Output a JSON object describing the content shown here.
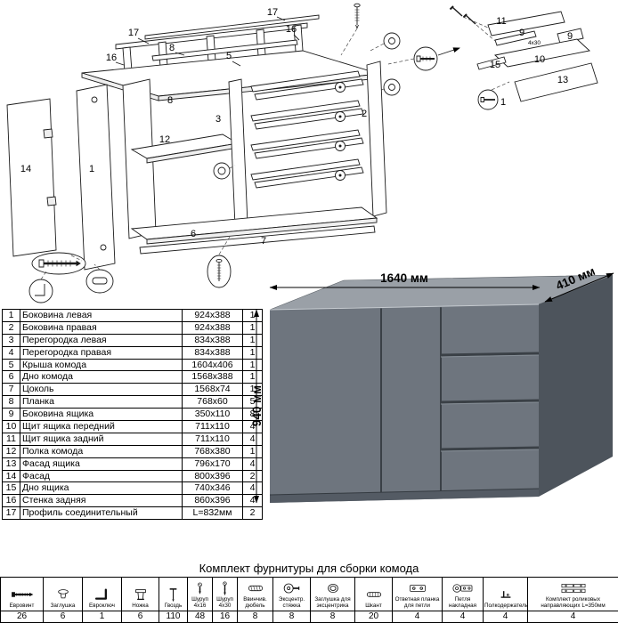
{
  "hardware_title": "Комплект фурнитуры для сборки комода",
  "dimensions": {
    "width": "1640 мм",
    "depth": "410 мм",
    "height": "940 мм"
  },
  "parts_table": [
    {
      "num": "1",
      "name": "Боковина левая",
      "size": "924x388",
      "qty": "1"
    },
    {
      "num": "2",
      "name": "Боковина правая",
      "size": "924x388",
      "qty": "1"
    },
    {
      "num": "3",
      "name": "Перегородка левая",
      "size": "834x388",
      "qty": "1"
    },
    {
      "num": "4",
      "name": "Перегородка правая",
      "size": "834x388",
      "qty": "1"
    },
    {
      "num": "5",
      "name": "Крыша комода",
      "size": "1604x406",
      "qty": "1"
    },
    {
      "num": "6",
      "name": "Дно комода",
      "size": "1568x388",
      "qty": "1"
    },
    {
      "num": "7",
      "name": "Цоколь",
      "size": "1568x74",
      "qty": "1"
    },
    {
      "num": "8",
      "name": "Планка",
      "size": "768x60",
      "qty": "5"
    },
    {
      "num": "9",
      "name": "Боковина ящика",
      "size": "350x110",
      "qty": "8"
    },
    {
      "num": "10",
      "name": "Щит ящика передний",
      "size": "711x110",
      "qty": "4"
    },
    {
      "num": "11",
      "name": "Щит ящика задний",
      "size": "711x110",
      "qty": "4"
    },
    {
      "num": "12",
      "name": "Полка комода",
      "size": "768x380",
      "qty": "1"
    },
    {
      "num": "13",
      "name": "Фасад ящика",
      "size": "796x170",
      "qty": "4"
    },
    {
      "num": "14",
      "name": "Фасад",
      "size": "800x396",
      "qty": "2"
    },
    {
      "num": "15",
      "name": "Дно ящика",
      "size": "740x346",
      "qty": "4"
    },
    {
      "num": "16",
      "name": "Стенка задняя",
      "size": "860x396",
      "qty": "4"
    },
    {
      "num": "17",
      "name": "Профиль соединительный",
      "size": "L=832мм",
      "qty": "2"
    }
  ],
  "hardware": [
    {
      "name": "Евровинт",
      "qty": "26",
      "icon": "eurovint"
    },
    {
      "name": "Заглушка",
      "qty": "6",
      "icon": "plug"
    },
    {
      "name": "Евроключ",
      "qty": "1",
      "icon": "hexkey"
    },
    {
      "name": "Ножка",
      "qty": "6",
      "icon": "leg"
    },
    {
      "name": "Гвоздь",
      "qty": "110",
      "icon": "nail"
    },
    {
      "name": "Шуруп 4x16",
      "qty": "48",
      "icon": "screw16"
    },
    {
      "name": "Шуруп 4x30",
      "qty": "16",
      "icon": "screw30"
    },
    {
      "name": "Ввинчив. дюбель",
      "qty": "8",
      "icon": "dowel"
    },
    {
      "name": "Эксцентр. стяжка",
      "qty": "8",
      "icon": "cam"
    },
    {
      "name": "Заглушка для эксцентрика",
      "qty": "8",
      "icon": "camplug"
    },
    {
      "name": "Шкант",
      "qty": "20",
      "icon": "pin"
    },
    {
      "name": "Ответная планка для петли",
      "qty": "4",
      "icon": "plate"
    },
    {
      "name": "Петля накладная",
      "qty": "4",
      "icon": "hinge"
    },
    {
      "name": "Полкодержатель",
      "qty": "4",
      "icon": "shelfholder"
    },
    {
      "name": "Комплект роликовых направляющих L=350мм",
      "qty": "4",
      "icon": "rails"
    }
  ],
  "diagram": {
    "labels": [
      "17",
      "16",
      "8",
      "5",
      "16",
      "17",
      "8",
      "3",
      "12",
      "14",
      "1",
      "2",
      "6",
      "7",
      "11",
      "9",
      "4x30",
      "9",
      "10",
      "15",
      "13",
      "1"
    ]
  }
}
